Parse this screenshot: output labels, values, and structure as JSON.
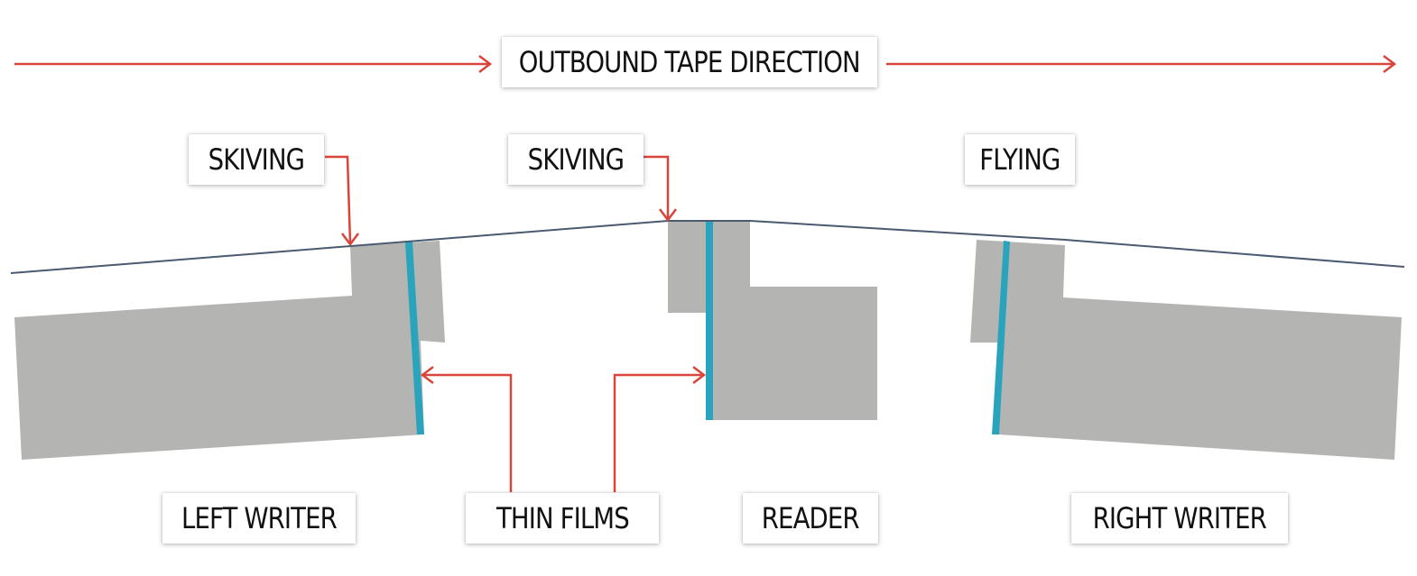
{
  "labels": {
    "outbound_tape_direction": "OUTBOUND TAPE DIRECTION",
    "skiving_left": "SKIVING",
    "skiving_center": "SKIVING",
    "flying": "FLYING",
    "left_writer": "LEFT WRITER",
    "thin_films": "THIN FILMS",
    "reader": "READER",
    "right_writer": "RIGHT WRITER"
  },
  "colors": {
    "arrow": "#d9443b",
    "tape": "#4a5a70",
    "head_body": "#b4b4b2",
    "thin_film": "#2aa3bd",
    "label_text": "#111111",
    "label_background": "#ffffff"
  }
}
